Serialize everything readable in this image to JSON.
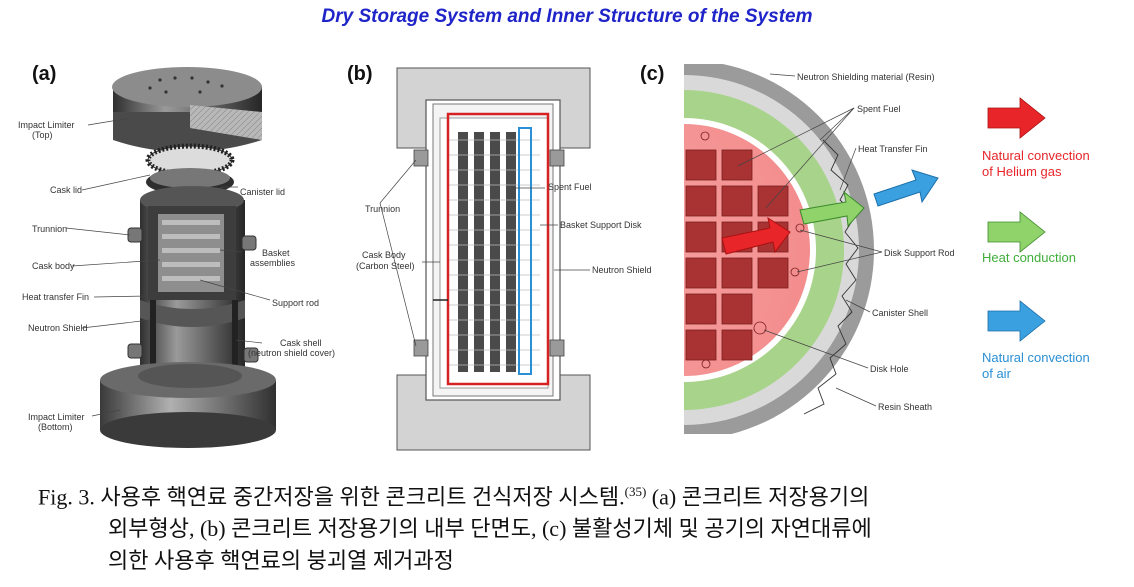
{
  "title": "Dry Storage System and Inner Structure of the System",
  "panels": {
    "a": {
      "label": "(a)",
      "callouts": [
        [
          "Impact Limiter",
          "(Top)"
        ],
        [
          "Cask lid"
        ],
        [
          "Canister lid"
        ],
        [
          "Trunnion"
        ],
        [
          "Cask body"
        ],
        [
          "Basket",
          "assemblies"
        ],
        [
          "Heat transfer Fin"
        ],
        [
          "Support rod"
        ],
        [
          "Neutron Shield"
        ],
        [
          "Cask shell",
          "(neutron shield cover)"
        ],
        [
          "Impact Limiter",
          "(Bottom)"
        ]
      ]
    },
    "b": {
      "label": "(b)",
      "callouts": [
        [
          "Spent Fuel"
        ],
        [
          "Trunnion"
        ],
        [
          "Basket Support Disk"
        ],
        [
          "Cask Body",
          "(Carbon Steel)"
        ],
        [
          "Neutron Shield"
        ]
      ]
    },
    "c": {
      "label": "(c)",
      "callouts": [
        [
          "Neutron Shielding material (Resin)"
        ],
        [
          "Spent Fuel"
        ],
        [
          "Heat Transfer Fin"
        ],
        [
          "Disk Support Rod"
        ],
        [
          "Canister Shell"
        ],
        [
          "Disk Hole"
        ],
        [
          "Resin Sheath"
        ]
      ]
    }
  },
  "legend": [
    {
      "text": [
        "Natural convection",
        "of Helium gas"
      ],
      "color": "#e8262a"
    },
    {
      "text": [
        "Heat conduction"
      ],
      "color": "#3fae3a"
    },
    {
      "text": [
        "Natural convection",
        "of air"
      ],
      "color": "#2a8fd4"
    }
  ],
  "caption": {
    "prefix": "Fig. 3.",
    "line1": "사용후 핵연료 중간저장을 위한 콘크리트 건식저장 시스템.",
    "ref": "(35)",
    "line1_tail": " (a) 콘크리트 저장용기의",
    "line2": "외부형상, (b) 콘크리트 저장용기의 내부 단면도, (c) 불활성기체 및 공기의 자연대류에",
    "line3": "의한 사용후 핵연료의 붕괴열 제거과정"
  }
}
